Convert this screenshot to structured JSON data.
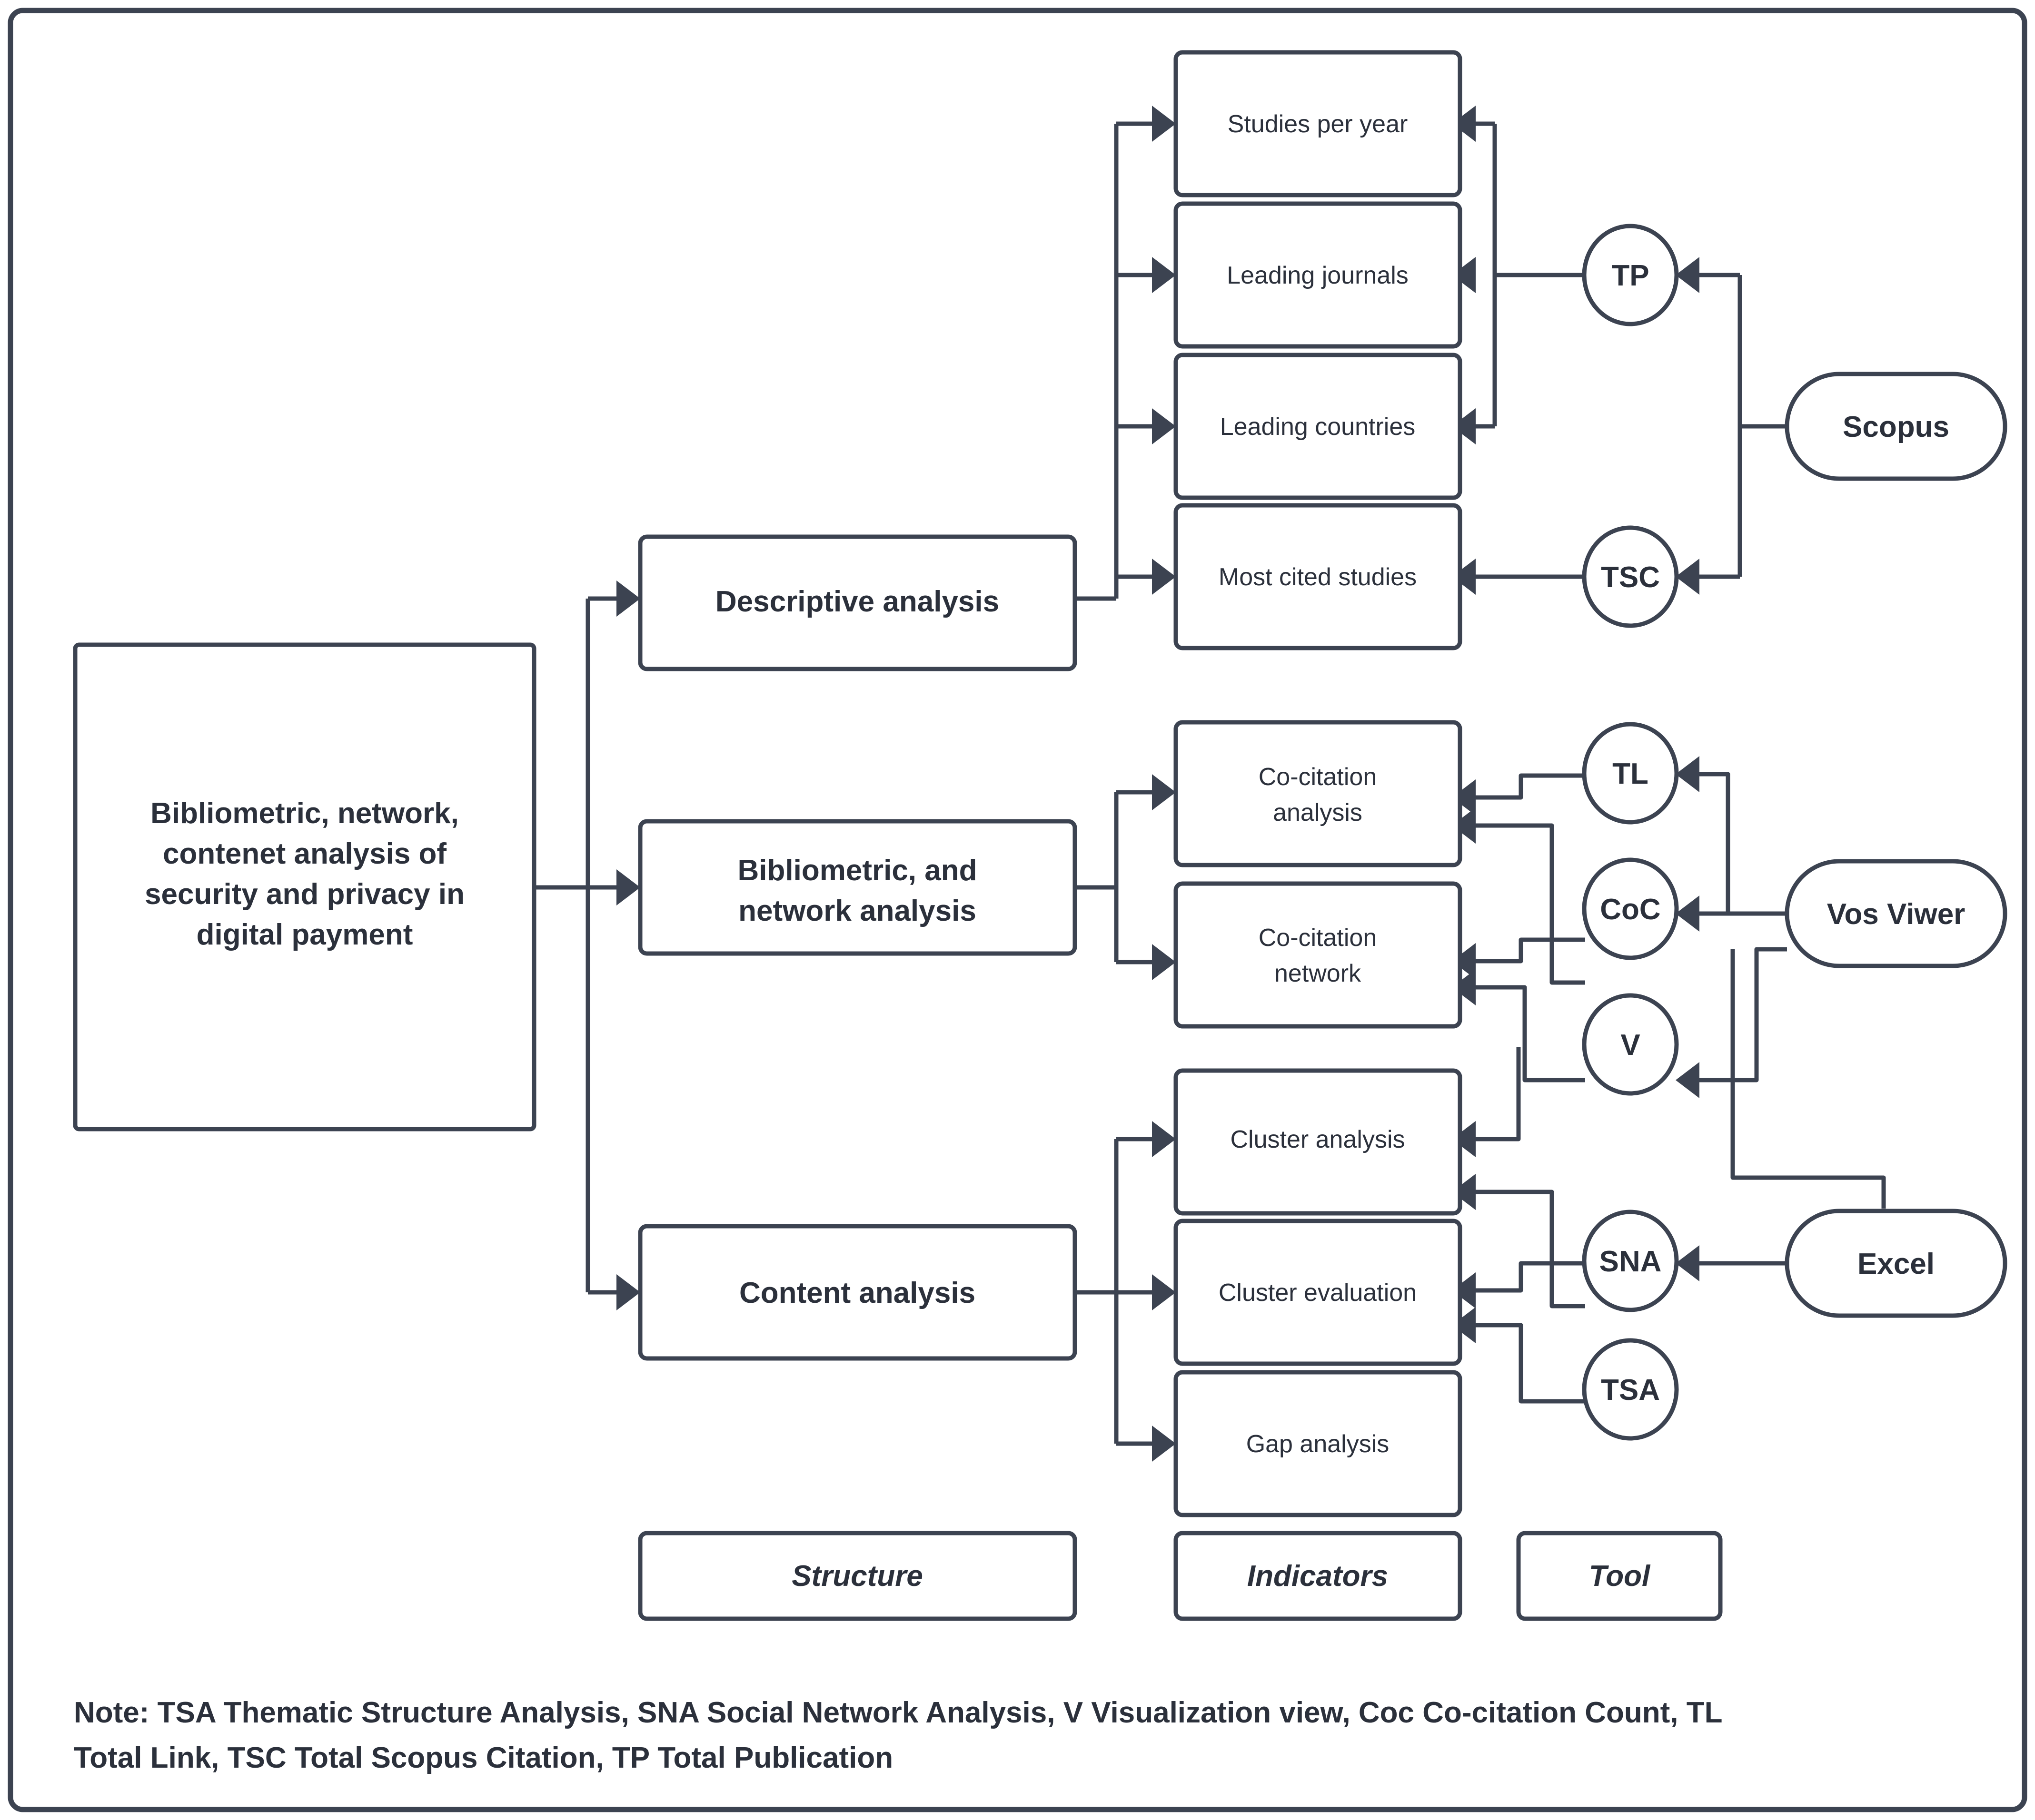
{
  "figure": {
    "frame_color": "#3c4351",
    "background": "#ffffff",
    "root": {
      "label": "Bibliometric, network, contenet analysis of security and privacy in digital payment"
    },
    "structure_nodes": [
      {
        "id": "descriptive",
        "label": "Descriptive analysis"
      },
      {
        "id": "bibliometric",
        "label": "Bibliometric, and network analysis"
      },
      {
        "id": "content",
        "label": "Content analysis"
      }
    ],
    "indicator_nodes": [
      {
        "id": "studies-per-year",
        "label": "Studies per year"
      },
      {
        "id": "leading-journals",
        "label": "Leading journals"
      },
      {
        "id": "leading-countries",
        "label": "Leading countries"
      },
      {
        "id": "most-cited-studies",
        "label": "Most cited studies"
      },
      {
        "id": "co-citation-analysis",
        "label": "Co-citation analysis"
      },
      {
        "id": "co-citation-network",
        "label": "Co-citation network"
      },
      {
        "id": "cluster-analysis",
        "label": "Cluster analysis"
      },
      {
        "id": "cluster-evaluation",
        "label": "Cluster evaluation"
      },
      {
        "id": "gap-analysis",
        "label": "Gap analysis"
      }
    ],
    "metric_circles": [
      {
        "id": "tp",
        "label": "TP"
      },
      {
        "id": "tsc",
        "label": "TSC"
      },
      {
        "id": "tl",
        "label": "TL"
      },
      {
        "id": "coc",
        "label": "CoC"
      },
      {
        "id": "v",
        "label": "V"
      },
      {
        "id": "sna",
        "label": "SNA"
      },
      {
        "id": "tsa",
        "label": "TSA"
      }
    ],
    "tool_nodes": [
      {
        "id": "scopus",
        "label": "Scopus"
      },
      {
        "id": "vos-viwer",
        "label": "Vos Viwer"
      },
      {
        "id": "excel",
        "label": "Excel"
      }
    ],
    "legend": [
      {
        "id": "structure",
        "label": "Structure"
      },
      {
        "id": "indicators",
        "label": "Indicators"
      },
      {
        "id": "tool",
        "label": "Tool"
      }
    ],
    "note": {
      "line1": "Note: TSA Thematic Structure Analysis, SNA Social Network Analysis, V Visualization view, Coc Co-citation Count, TL",
      "line2": "Total Link, TSC Total Scopus Citation, TP Total Publication"
    }
  }
}
